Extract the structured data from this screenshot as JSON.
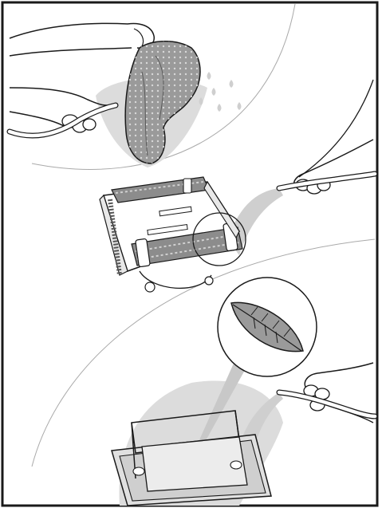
{
  "figure": {
    "kind": "instructional-illustration",
    "panels": [
      {
        "id": "panel-1",
        "scene": "rinse-filter-bag-with-hose",
        "icon": "filter-bag-icon"
      },
      {
        "id": "panel-2",
        "scene": "rinse-robot-brushes-with-hose",
        "icon": "robot-cleaner-icon"
      },
      {
        "id": "panel-3",
        "scene": "rinse-filter-basket-with-hose",
        "icon": "filter-basket-icon",
        "detail_icon": "leaf-icon"
      }
    ],
    "colors": {
      "line": "#1a1a1a",
      "water_spray": "#c8c8c8",
      "fabric": "#9a9a9a",
      "brush": "#8c8c8c",
      "background": "#ffffff"
    }
  }
}
